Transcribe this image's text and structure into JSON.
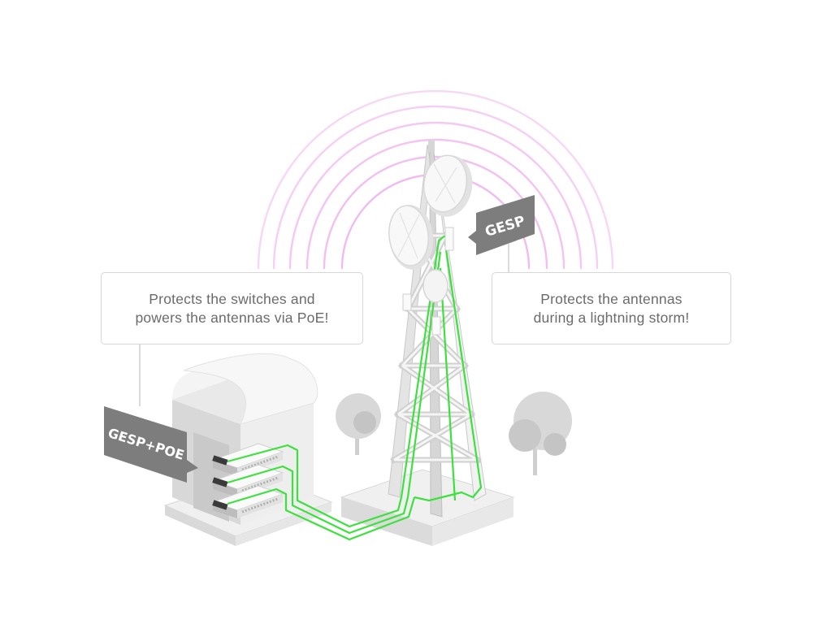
{
  "callouts": {
    "left": {
      "line1": "Protects the switches and",
      "line2": "powers the antennas via PoE!"
    },
    "right": {
      "line1": "Protects the antennas",
      "line2": "during a lightning storm!"
    }
  },
  "tags": {
    "building": "GESP+POE",
    "tower": "GESP"
  },
  "colors": {
    "cable_green": "#3de13d",
    "structure_light": "#f1f1f1",
    "structure_mid": "#dcdcdc",
    "structure_dark": "#bdbdbd",
    "tag_gray": "#7d7d7d",
    "signal_pink": "#f0b0ef",
    "callout_text": "#6b6b6b"
  },
  "icons": {
    "building": "server-building-icon",
    "tower": "telecom-tower-icon",
    "antenna": "dish-antenna-icon",
    "tree": "tree-icon",
    "switch": "network-switch-icon"
  }
}
